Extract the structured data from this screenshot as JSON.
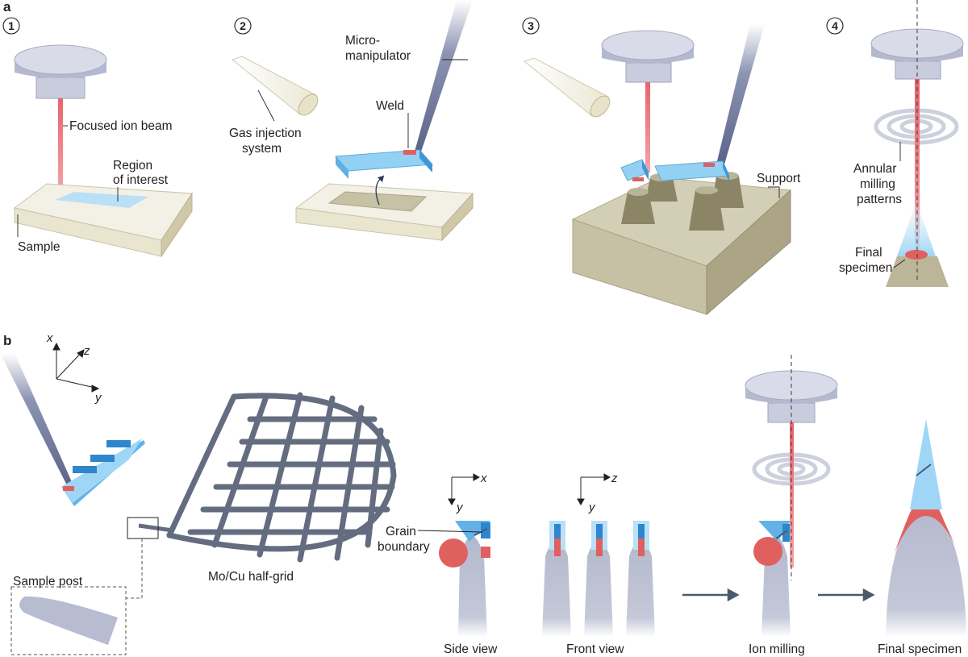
{
  "panels": {
    "a": "a",
    "b": "b"
  },
  "steps": [
    "1",
    "2",
    "3",
    "4"
  ],
  "labels_a": {
    "focused_ion_beam": "Focused ion beam",
    "region_line1": "Region",
    "region_line2": "of interest",
    "sample": "Sample",
    "gis_line1": "Gas injection",
    "gis_line2": "system",
    "micro_line1": "Micro-",
    "micro_line2": "manipulator",
    "weld": "Weld",
    "support": "Support",
    "annular_line1": "Annular",
    "annular_line2": "milling",
    "annular_line3": "patterns",
    "final_line1": "Final",
    "final_line2": "specimen"
  },
  "labels_b": {
    "sample_post": "Sample post",
    "half_grid": "Mo/Cu half-grid",
    "grain_line1": "Grain",
    "grain_line2": "boundary",
    "side_view": "Side view",
    "front_view": "Front view",
    "ion_milling": "Ion milling",
    "final_specimen": "Final specimen"
  },
  "axes": {
    "x": "x",
    "y": "y",
    "z": "z"
  },
  "colors": {
    "beam": "#e0505a",
    "lamella": "#8ccbf0",
    "lamella_dark": "#3f96d8",
    "grain": "#e06060",
    "post": "#b8bcd0",
    "grid": "#646d80",
    "sample_top": "#f3f1e6",
    "support": "#bdb89a",
    "ion_column": "#d4d8e6"
  }
}
